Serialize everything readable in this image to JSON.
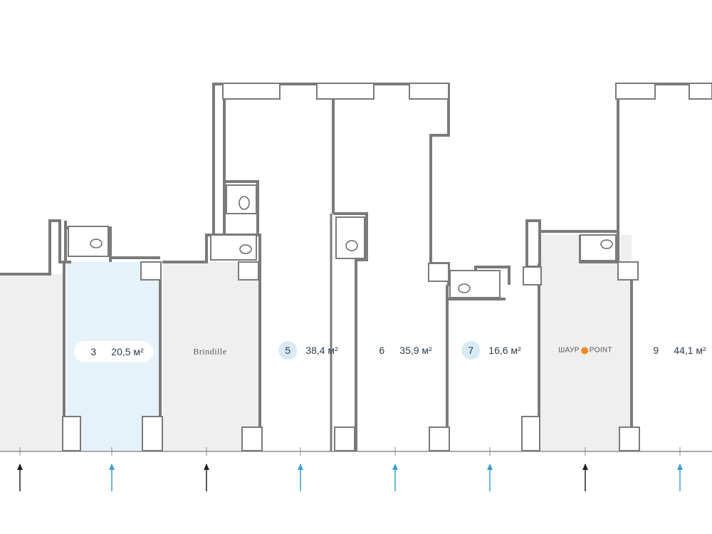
{
  "units": [
    {
      "number": "3",
      "area": "20,5 м²",
      "status": "available"
    },
    {
      "number": "5",
      "area": "38,4 м²",
      "status": "available"
    },
    {
      "number": "6",
      "area": "35,9 м²",
      "status": "available"
    },
    {
      "number": "7",
      "area": "16,6 м²",
      "status": "available"
    },
    {
      "number": "9",
      "area": "44,1 м²",
      "status": "available"
    }
  ],
  "tenants": [
    {
      "name": "Brindille"
    },
    {
      "name_left": "ШАУР",
      "name_right": "POINT"
    }
  ],
  "colors": {
    "wall": "#7a7a7a",
    "selected_fill": "#e6f2fa",
    "occupied_fill": "#efefef",
    "available_arrow": "#3aa0d0",
    "occupied_arrow": "#222222",
    "badge": "#d7eaf6"
  }
}
